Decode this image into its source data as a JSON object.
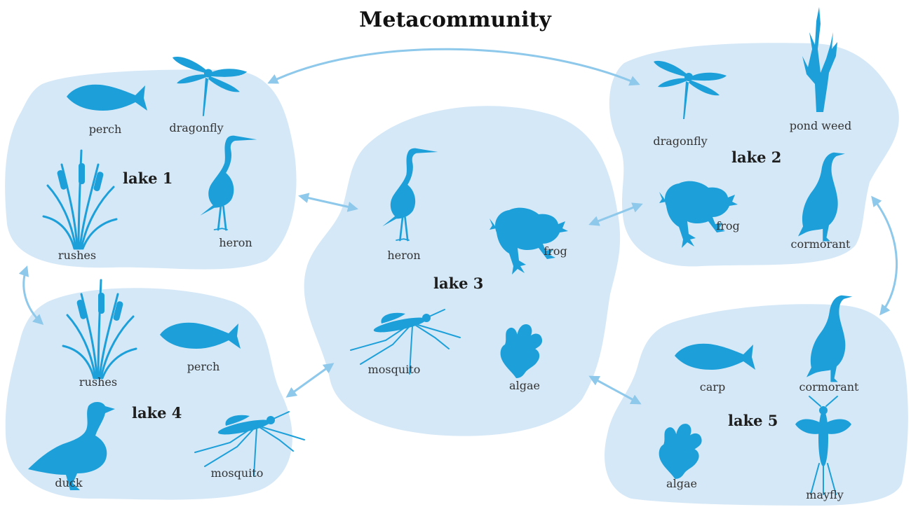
{
  "title": "Metacommunity",
  "colors": {
    "lake_fill": "#d5e8f7",
    "organism": "#1da0d9",
    "arrow": "#8ec8ea"
  },
  "lakes": [
    {
      "id": "lake1",
      "label": "lake 1",
      "organisms": [
        "perch",
        "dragonfly",
        "rushes",
        "heron"
      ]
    },
    {
      "id": "lake2",
      "label": "lake 2",
      "organisms": [
        "dragonfly",
        "pond weed",
        "frog",
        "cormorant"
      ]
    },
    {
      "id": "lake3",
      "label": "lake 3",
      "organisms": [
        "heron",
        "frog",
        "mosquito",
        "algae"
      ]
    },
    {
      "id": "lake4",
      "label": "lake 4",
      "organisms": [
        "rushes",
        "perch",
        "duck",
        "mosquito"
      ]
    },
    {
      "id": "lake5",
      "label": "lake 5",
      "organisms": [
        "carp",
        "cormorant",
        "algae",
        "mayfly"
      ]
    }
  ],
  "connections": [
    {
      "from": "lake1",
      "to": "lake2",
      "bidirectional": true
    },
    {
      "from": "lake1",
      "to": "lake3",
      "bidirectional": true
    },
    {
      "from": "lake1",
      "to": "lake4",
      "bidirectional": true
    },
    {
      "from": "lake3",
      "to": "lake2",
      "bidirectional": true
    },
    {
      "from": "lake3",
      "to": "lake4",
      "bidirectional": true
    },
    {
      "from": "lake3",
      "to": "lake5",
      "bidirectional": true
    },
    {
      "from": "lake2",
      "to": "lake5",
      "bidirectional": true
    }
  ],
  "icons": [
    "fish-icon",
    "dragonfly-icon",
    "reed-icon",
    "heron-icon",
    "frog-icon",
    "cormorant-icon",
    "pond-weed-icon",
    "mosquito-icon",
    "algae-icon",
    "duck-icon",
    "mayfly-icon"
  ]
}
